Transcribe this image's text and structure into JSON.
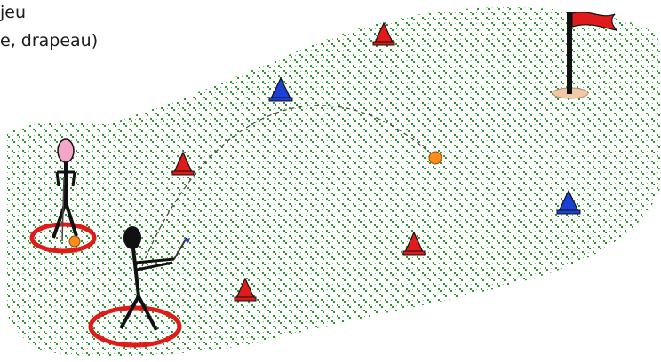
{
  "caption": {
    "line1": "jeu",
    "line2": "e, drapeau)"
  },
  "colors": {
    "grass_dot": "#2e9a2e",
    "red": "#e01b1b",
    "blue": "#1c3fd6",
    "ball": "#ff8c1a",
    "outline": "#111111",
    "head_pink": "#f4a6c8",
    "hole": "#f2c9a8",
    "trajectory": "#444444"
  },
  "scene": {
    "fairway": "dotted-green-area",
    "cones": [
      {
        "color": "red",
        "icon": "cone-icon"
      },
      {
        "color": "blue",
        "icon": "cone-icon"
      },
      {
        "color": "red",
        "icon": "cone-icon"
      },
      {
        "color": "red",
        "icon": "cone-icon"
      },
      {
        "color": "blue",
        "icon": "cone-icon"
      },
      {
        "color": "red",
        "icon": "cone-icon"
      }
    ],
    "flag": {
      "icon": "flag-icon",
      "color": "red"
    },
    "players": [
      {
        "role": "waiting",
        "icon": "stick-figure-icon",
        "head": "pink"
      },
      {
        "role": "hitting",
        "icon": "stick-figure-icon",
        "head": "black"
      }
    ]
  }
}
